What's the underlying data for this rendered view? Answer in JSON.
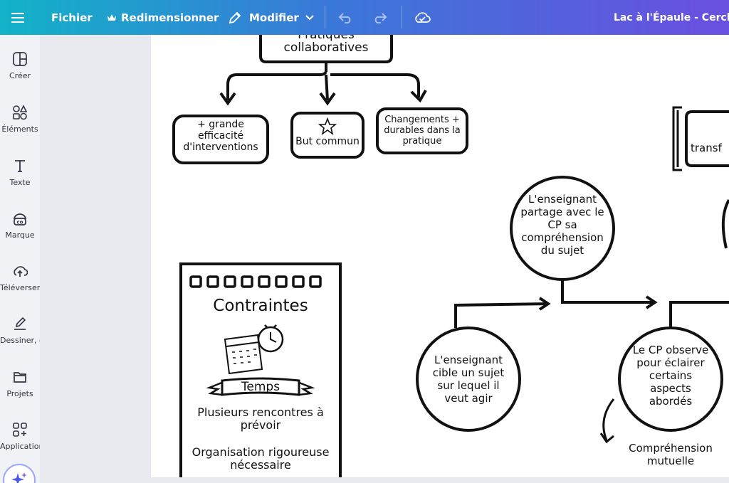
{
  "topbar": {
    "menu_icon": "hamburger-icon",
    "file_label": "Fichier",
    "resize_label": "Redimensionner",
    "resize_icon": "crown-icon",
    "edit_label": "Modifier",
    "edit_icon": "pencil-icon",
    "undo_icon": "undo-icon",
    "redo_icon": "redo-icon",
    "save_status_icon": "cloud-check-icon",
    "document_title": "Lac à l'Épaule - Cercle d"
  },
  "sidebar": {
    "items": [
      {
        "label": "Créer",
        "icon": "create-icon"
      },
      {
        "label": "Éléments",
        "icon": "elements-icon"
      },
      {
        "label": "Texte",
        "icon": "text-icon"
      },
      {
        "label": "Marque",
        "icon": "brand-icon"
      },
      {
        "label": "Téléverser",
        "icon": "upload-icon"
      },
      {
        "label": "Dessiner, d...",
        "icon": "draw-icon"
      },
      {
        "label": "Projets",
        "icon": "folder-icon"
      },
      {
        "label": "Applications",
        "icon": "apps-icon"
      }
    ],
    "magic_icon": "sparkle-icon"
  },
  "canvas": {
    "top_box": "Pratiques\ncollaboratives",
    "branch_boxes": [
      "+ grande\nefficacité\nd'interventions",
      "But commun",
      "Changements +\ndurables dans la\npratique"
    ],
    "right_box_partial": "transf",
    "constraints": {
      "title": "Contraintes",
      "banner": "Temps",
      "line1": "Plusieurs rencontres à\nprévoir",
      "line2": "Organisation rigoureuse\nnécessaire"
    },
    "circles": [
      "L'enseignant\npartage avec le\nCP sa\ncompréhension\ndu sujet",
      "L'enseignant\ncible un sujet\nsur lequel il\nveut agir",
      "Le CP observe\npour éclairer\ncertains\naspects\nabordés"
    ],
    "comprehension_label": "Compréhension\nmutuelle"
  }
}
